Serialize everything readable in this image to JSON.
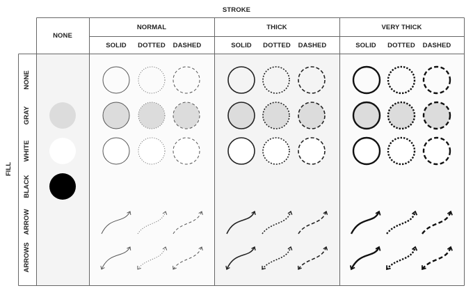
{
  "diagram": {
    "title_stroke": "STROKE",
    "title_fill": "FILL",
    "fill_none_header": "NONE",
    "stroke_groups": [
      {
        "label": "NORMAL",
        "width": 1,
        "color": "#555555"
      },
      {
        "label": "THICK",
        "width": 1.6,
        "color": "#222222"
      },
      {
        "label": "VERY THICK",
        "width": 2.4,
        "color": "#111111"
      }
    ],
    "stroke_styles": [
      "SOLID",
      "DOTTED",
      "DASHED"
    ],
    "fill_rows": [
      {
        "label": "NONE",
        "kind": "circle",
        "fill": "none"
      },
      {
        "label": "GRAY",
        "kind": "circle",
        "fill": "#dcdcdc"
      },
      {
        "label": "WHITE",
        "kind": "circle",
        "fill": "#ffffff"
      },
      {
        "label": "BLACK",
        "kind": "circle",
        "fill": "#000000"
      },
      {
        "label": "ARROW",
        "kind": "arrow"
      },
      {
        "label": "ARROWS",
        "kind": "arrows"
      }
    ],
    "colors": {
      "grid_line": "#555555",
      "shade_light": "#f4f4f4",
      "shade_white": "#fbfbfb",
      "gray_fill": "#dcdcdc"
    }
  }
}
